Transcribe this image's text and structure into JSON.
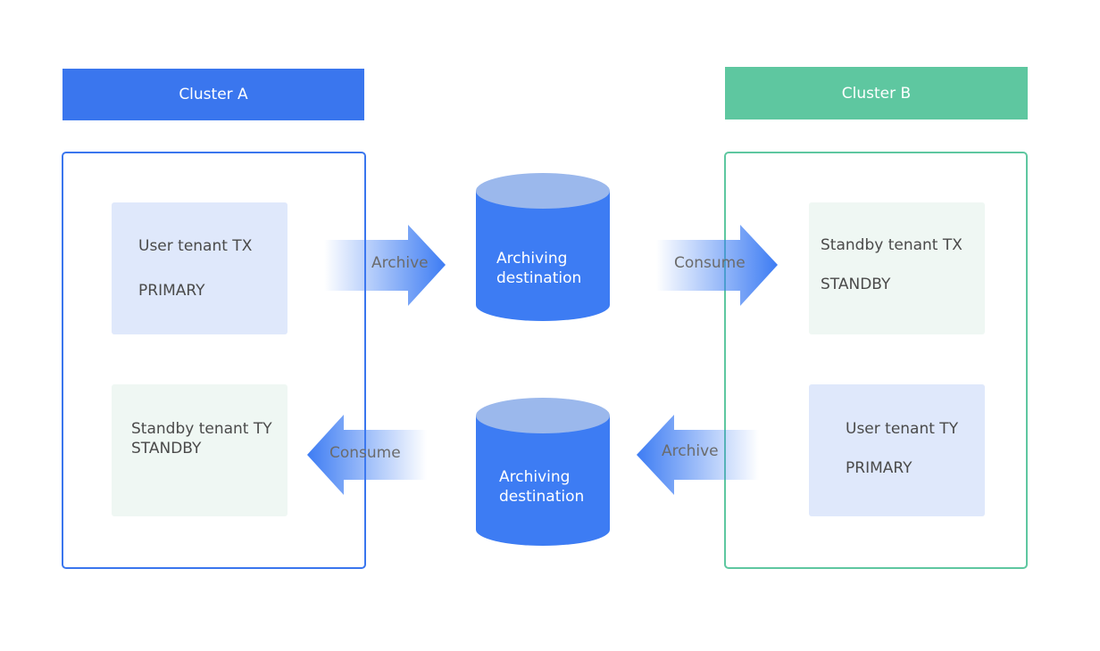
{
  "cluster_a": {
    "title": "Cluster A",
    "color": "#3a76ee",
    "tenants": [
      {
        "name": "User tenant TX",
        "role": "PRIMARY"
      },
      {
        "name": "Standby tenant TY",
        "role": "STANDBY"
      }
    ]
  },
  "cluster_b": {
    "title": "Cluster B",
    "color": "#5ec7a0",
    "tenants": [
      {
        "name": "Standby tenant TX",
        "role": "STANDBY"
      },
      {
        "name": "User tenant TY",
        "role": "PRIMARY"
      }
    ]
  },
  "archiving": [
    {
      "line1": "Archiving",
      "line2": "destination"
    },
    {
      "line1": "Archiving",
      "line2": "destination"
    }
  ],
  "arrows": {
    "top_left": "Archive",
    "top_right": "Consume",
    "bottom_left": "Consume",
    "bottom_right": "Archive"
  },
  "colors": {
    "database": "#3d7cf3",
    "database_top": "#9bb8ec",
    "tenant_blue": "#dfe8fb",
    "tenant_green": "#eff7f3",
    "arrow": "#3d7cf3"
  }
}
